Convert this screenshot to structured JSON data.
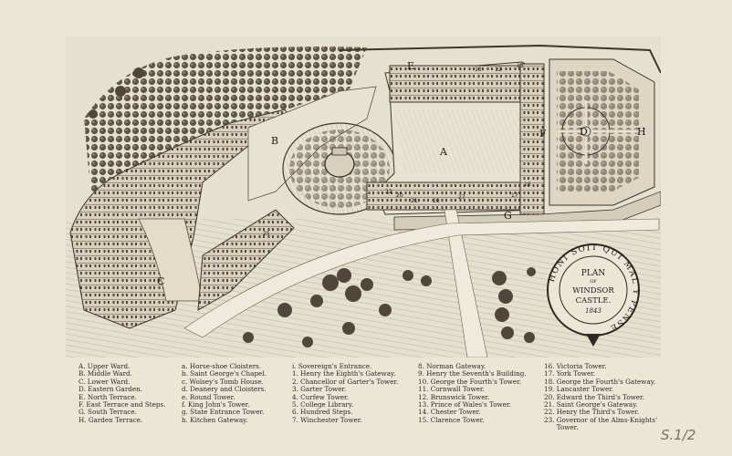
{
  "map": {
    "seal": {
      "ring_text": "HONI SOIT QUI MAL Y PENSE",
      "line1": "PLAN",
      "line2": "OF",
      "line3": "WINDSOR",
      "line4": "CASTLE.",
      "year": "1843"
    },
    "area_letters": [
      "A",
      "B",
      "C",
      "D",
      "E",
      "F",
      "G",
      "H"
    ],
    "tower_numbers": [
      "10",
      "12",
      "13",
      "16",
      "17",
      "19",
      "20",
      "21",
      "22",
      "25",
      "27"
    ]
  },
  "legend": {
    "col1": [
      "A.  Upper Ward.",
      "B.  Middle Ward.",
      "C.  Lower Ward.",
      "D.  Eastern Garden.",
      "E.  North Terrace.",
      "F.  East Terrace and Steps.",
      "G.  South Terrace.",
      "H.  Garden Terrace."
    ],
    "col2": [
      "a.  Horse-shoe Cloisters.",
      "b.  Saint George's Chapel.",
      "c.  Wolsey's Tomb House.",
      "d.  Deanery and Cloisters.",
      "e.  Round Tower.",
      "f.  King John's Tower.",
      "g.  State Entrance Tower.",
      "h.  Kitchen Gateway."
    ],
    "col3": [
      "i.  Sovereign's Entrance.",
      "1.  Henry the Eighth's Gateway.",
      "2.  Chancellor of Garter's Tower.",
      "3.  Garter Tower.",
      "4.  Curfew Tower.",
      "5.  College Library.",
      "6.  Hundred Steps.",
      "7.  Winchester Tower."
    ],
    "col4": [
      "8.  Norman Gateway.",
      "9.  Henry the Seventh's Building.",
      "10.  George the Fourth's Tower.",
      "11.  Cornwall Tower.",
      "12.  Brunswick Tower.",
      "13.  Prince of Wales's Tower.",
      "14.  Chester Tower.",
      "15.  Clarence Tower."
    ],
    "col5": [
      "16.  Victoria Tower.",
      "17.  York Tower.",
      "18.  George the Fourth's Gateway.",
      "19.  Lancaster Tower.",
      "20.  Edward the Third's Tower.",
      "21.  Saint George's Gateway.",
      "22.  Henry the Third's Tower.",
      "23.  Governor of the Alms-Knights'",
      "      Tower."
    ]
  },
  "folio": "S.1/2"
}
